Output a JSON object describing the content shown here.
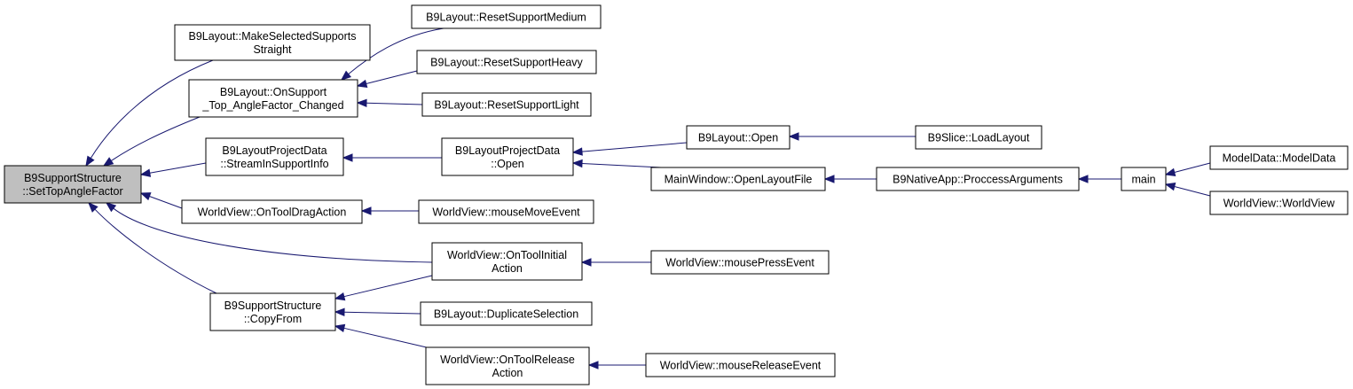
{
  "diagram": {
    "nodes": [
      {
        "id": "root",
        "lines": [
          "B9SupportStructure",
          "::SetTopAngleFactor"
        ],
        "root": true
      },
      {
        "id": "makeStraight",
        "lines": [
          "B9Layout::MakeSelectedSupports",
          "Straight"
        ]
      },
      {
        "id": "onSupportTop",
        "lines": [
          "B9Layout::OnSupport",
          "_Top_AngleFactor_Changed"
        ]
      },
      {
        "id": "streamIn",
        "lines": [
          "B9LayoutProjectData",
          "::StreamInSupportInfo"
        ]
      },
      {
        "id": "onToolDrag",
        "lines": [
          "WorldView::OnToolDragAction"
        ]
      },
      {
        "id": "copyFrom",
        "lines": [
          "B9SupportStructure",
          "::CopyFrom"
        ]
      },
      {
        "id": "resetMedium",
        "lines": [
          "B9Layout::ResetSupportMedium"
        ]
      },
      {
        "id": "resetHeavy",
        "lines": [
          "B9Layout::ResetSupportHeavy"
        ]
      },
      {
        "id": "resetLight",
        "lines": [
          "B9Layout::ResetSupportLight"
        ]
      },
      {
        "id": "projOpen",
        "lines": [
          "B9LayoutProjectData",
          "::Open"
        ]
      },
      {
        "id": "mouseMove",
        "lines": [
          "WorldView::mouseMoveEvent"
        ]
      },
      {
        "id": "onToolInitial",
        "lines": [
          "WorldView::OnToolInitial",
          "Action"
        ]
      },
      {
        "id": "duplicate",
        "lines": [
          "B9Layout::DuplicateSelection"
        ]
      },
      {
        "id": "onToolRelease",
        "lines": [
          "WorldView::OnToolRelease",
          "Action"
        ]
      },
      {
        "id": "layoutOpen",
        "lines": [
          "B9Layout::Open"
        ]
      },
      {
        "id": "openLayoutFile",
        "lines": [
          "MainWindow::OpenLayoutFile"
        ]
      },
      {
        "id": "mousePress",
        "lines": [
          "WorldView::mousePressEvent"
        ]
      },
      {
        "id": "mouseRelease",
        "lines": [
          "WorldView::mouseReleaseEvent"
        ]
      },
      {
        "id": "loadLayout",
        "lines": [
          "B9Slice::LoadLayout"
        ]
      },
      {
        "id": "processArgs",
        "lines": [
          "B9NativeApp::ProccessArguments"
        ]
      },
      {
        "id": "main",
        "lines": [
          "main"
        ]
      },
      {
        "id": "modelData",
        "lines": [
          "ModelData::ModelData"
        ]
      },
      {
        "id": "worldViewCtor",
        "lines": [
          "WorldView::WorldView"
        ]
      }
    ],
    "edges": [
      {
        "from": "makeStraight",
        "to": "root"
      },
      {
        "from": "onSupportTop",
        "to": "root"
      },
      {
        "from": "streamIn",
        "to": "root"
      },
      {
        "from": "onToolDrag",
        "to": "root"
      },
      {
        "from": "onToolInitial",
        "to": "root"
      },
      {
        "from": "copyFrom",
        "to": "root"
      },
      {
        "from": "resetMedium",
        "to": "onSupportTop"
      },
      {
        "from": "resetHeavy",
        "to": "onSupportTop"
      },
      {
        "from": "resetLight",
        "to": "onSupportTop"
      },
      {
        "from": "projOpen",
        "to": "streamIn"
      },
      {
        "from": "mouseMove",
        "to": "onToolDrag"
      },
      {
        "from": "onToolInitial",
        "to": "copyFrom"
      },
      {
        "from": "duplicate",
        "to": "copyFrom"
      },
      {
        "from": "onToolRelease",
        "to": "copyFrom"
      },
      {
        "from": "layoutOpen",
        "to": "projOpen"
      },
      {
        "from": "openLayoutFile",
        "to": "projOpen"
      },
      {
        "from": "mousePress",
        "to": "onToolInitial"
      },
      {
        "from": "mouseRelease",
        "to": "onToolRelease"
      },
      {
        "from": "loadLayout",
        "to": "layoutOpen"
      },
      {
        "from": "processArgs",
        "to": "openLayoutFile"
      },
      {
        "from": "main",
        "to": "processArgs"
      },
      {
        "from": "modelData",
        "to": "main"
      },
      {
        "from": "worldViewCtor",
        "to": "main"
      }
    ],
    "colors": {
      "edge": "#191970",
      "node_border": "#000000",
      "node_fill": "#ffffff",
      "root_fill": "#bfbfbf"
    }
  }
}
